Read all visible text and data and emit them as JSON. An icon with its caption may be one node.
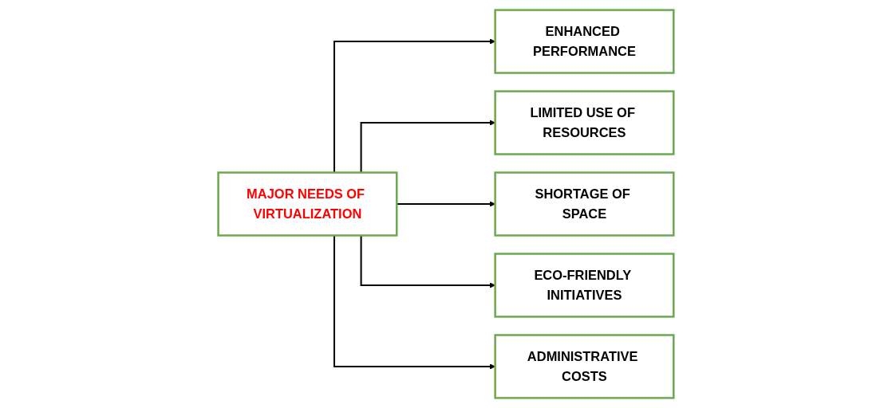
{
  "diagram": {
    "nodes": [
      {
        "text": [
          "MAJOR NEEDS OF VIRTUALIZATION"
        ]
      },
      {
        "text": [
          "ENHANCED PERFORMANCE"
        ]
      },
      {
        "text": [
          "LIMITED USE OF RESOURCES"
        ]
      },
      {
        "text": [
          "SHORTAGE OF SPACE"
        ]
      },
      {
        "text": [
          "ECO-FRIENDLY INITIATIVES"
        ]
      },
      {
        "text": [
          "ADMINISTRATIVE COSTS"
        ]
      }
    ],
    "edges": [
      {
        "from": 0,
        "to": 1,
        "arrow": "to"
      },
      {
        "from": 0,
        "to": 2,
        "arrow": "to"
      },
      {
        "from": 0,
        "to": 3,
        "arrow": "to"
      },
      {
        "from": 0,
        "to": 4,
        "arrow": "to"
      },
      {
        "from": 0,
        "to": 5,
        "arrow": "to"
      }
    ]
  }
}
